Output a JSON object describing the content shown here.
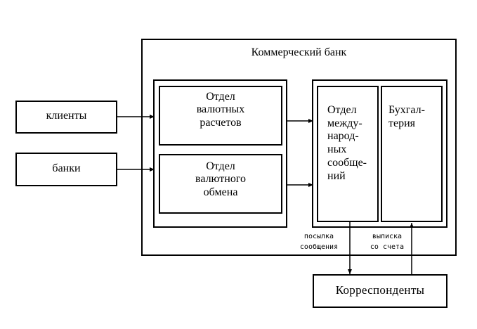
{
  "diagram": {
    "bank": {
      "title": "Коммерческий банк"
    },
    "sources": [
      {
        "id": "clients",
        "label": "клиенты"
      },
      {
        "id": "banks",
        "label": "банки"
      }
    ],
    "left_departments": [
      {
        "id": "settlements",
        "lines": [
          "Отдел",
          "валютных",
          "расчетов"
        ]
      },
      {
        "id": "exchange",
        "lines": [
          "Отдел",
          "валютного",
          "обмена"
        ]
      }
    ],
    "right_departments": [
      {
        "id": "intl-messages",
        "lines": [
          "Отдел",
          "между-",
          "народ-",
          "ных",
          "сообще-",
          "ний"
        ]
      },
      {
        "id": "accounting",
        "lines": [
          "Бухгал-",
          "терия"
        ]
      }
    ],
    "correspondents": {
      "label": "Корреспонденты"
    },
    "flows": [
      {
        "from": "clients",
        "to": "settlements"
      },
      {
        "from": "banks",
        "to": "exchange"
      },
      {
        "from": "settlements",
        "to": "right-group"
      },
      {
        "from": "exchange",
        "to": "right-group"
      },
      {
        "from": "intl-messages",
        "to": "correspondents",
        "label_lines": [
          "посылка",
          "сообщения"
        ]
      },
      {
        "from": "correspondents",
        "to": "accounting",
        "label_lines": [
          "выписка",
          "со счета"
        ]
      }
    ]
  }
}
